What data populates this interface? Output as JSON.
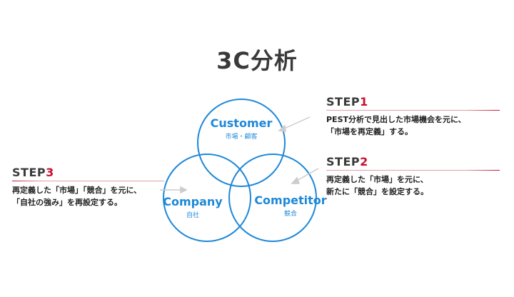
{
  "title": "3C分析",
  "colors": {
    "circle": "#1e88d8",
    "step_number": "#c8102e",
    "rule": "#e0a0a8",
    "arrow": "#cccccc"
  },
  "circles": {
    "customer": {
      "en": "Customer",
      "ja": "市場・顧客"
    },
    "company": {
      "en": "Company",
      "ja": "自社"
    },
    "competitor": {
      "en": "Competitor",
      "ja": "競合"
    }
  },
  "steps": {
    "step1": {
      "label": "STEP",
      "number": "1",
      "lines": [
        "PEST分析で見出した市場機会を元に、",
        "「市場を再定義」する。"
      ]
    },
    "step2": {
      "label": "STEP",
      "number": "2",
      "lines": [
        "再定義した「市場」を元に、",
        "新たに「競合」を設定する。"
      ]
    },
    "step3": {
      "label": "STEP",
      "number": "3",
      "lines": [
        "再定義した「市場」「競合」を元に、",
        "「自社の強み」を再設定する。"
      ]
    }
  }
}
